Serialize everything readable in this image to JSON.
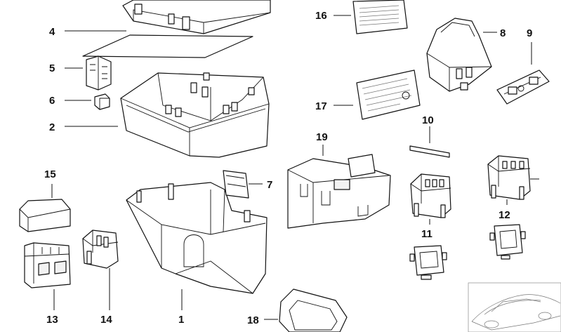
{
  "callouts": {
    "l1": "1",
    "l2": "2",
    "l4": "4",
    "l5": "5",
    "l6": "6",
    "l7": "7",
    "l8": "8",
    "l9": "9",
    "l10": "10",
    "l11": "11",
    "l12": "12",
    "l13": "13",
    "l14": "14",
    "l15": "15",
    "l16": "16",
    "l17": "17",
    "l18": "18",
    "l19": "19"
  }
}
